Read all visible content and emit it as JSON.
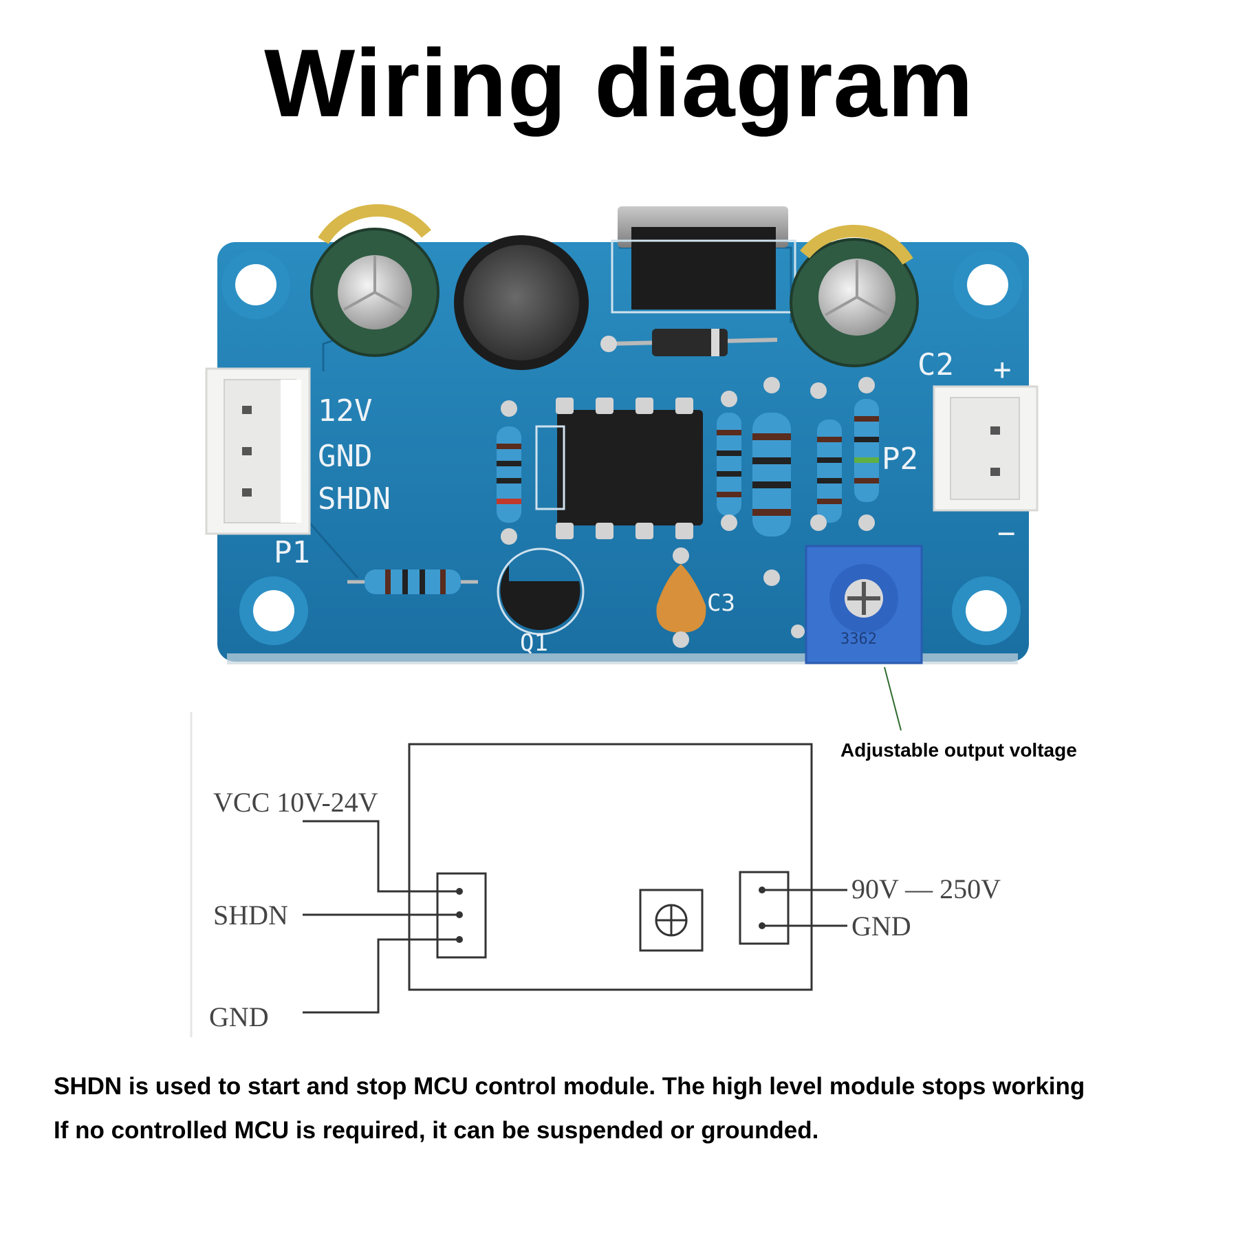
{
  "title": "Wiring diagram",
  "board": {
    "input_labels": [
      "12V",
      "GND",
      "SHDN"
    ],
    "output_sign_plus": "+",
    "output_sign_minus": "−",
    "refs": {
      "p1": "P1",
      "p2": "P2",
      "c2": "C2",
      "q1": "Q1",
      "c3": "C3",
      "pot_code": "3362"
    }
  },
  "callout": "Adjustable output voltage",
  "schematic": {
    "vcc_label": "VCC 10V-24V",
    "shdn_label": "SHDN",
    "gnd_in_label": "GND",
    "out_voltage_label": "90V — 250V",
    "gnd_out_label": "GND"
  },
  "notes": [
    "SHDN is used to start and stop MCU control module. The high level module stops working",
    "If no controlled MCU is required, it can be suspended or grounded."
  ],
  "colors": {
    "pcb": "#1f7fb0",
    "pcb_dark": "#17669a",
    "connector": "#f2f2f0",
    "capacitor": "#2e4f3a",
    "trimpot": "#2f6fcf",
    "schematic_line": "#333333"
  }
}
